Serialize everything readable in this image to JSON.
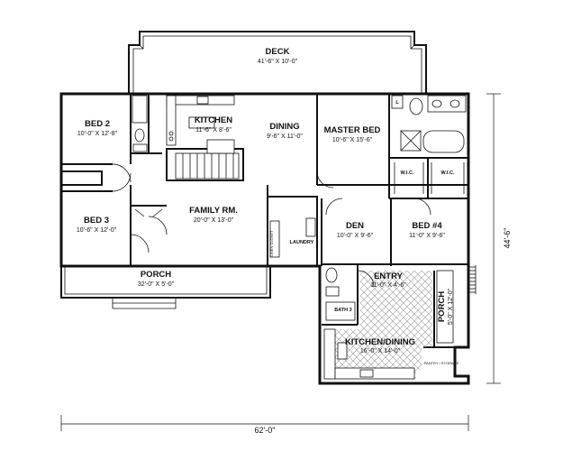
{
  "rooms": {
    "deck": {
      "name": "DECK",
      "dim": "41'-6\" X 10'-0\""
    },
    "bed2": {
      "name": "BED 2",
      "dim": "10'-0\" X 12'-8\""
    },
    "kitchen": {
      "name": "KITCHEN",
      "dim": "11'-6\" X 8'-6\""
    },
    "dining": {
      "name": "DINING",
      "dim": "9'-6\" X 11'-0\""
    },
    "master": {
      "name": "MASTER BED",
      "dim": "10'-6\" X 15'-6\""
    },
    "bed3": {
      "name": "BED 3",
      "dim": "10'-6\" X 12'-0\""
    },
    "family": {
      "name": "FAMILY RM.",
      "dim": "20'-0\" X 13'-0\""
    },
    "den": {
      "name": "DEN",
      "dim": "10'-0\" X 9'-6\""
    },
    "bed4": {
      "name": "BED #4",
      "dim": "11'-0\" X 9'-6\""
    },
    "porch": {
      "name": "PORCH",
      "dim": "32'-0\" X 5'-0\""
    },
    "entry": {
      "name": "ENTRY",
      "dim": "11'-0\" X 4'-6\""
    },
    "kitchen_dining": {
      "name": "KITCHEN/DINING",
      "dim": "16'-0\" X 14'-0\""
    },
    "side_porch": {
      "name": "PORCH",
      "dim": "5'-0\" X 12'-0\""
    }
  },
  "fixtures": {
    "laundry": "LAUNDRY",
    "wic_left": "W.I.C.",
    "wic_right": "W.I.C.",
    "linen": "L",
    "bath3": "BATH 3",
    "linen_closet": "LINEN CLOSET",
    "pantry": "PANTRY / STORAGE"
  },
  "dimensions": {
    "width": "62'-0\"",
    "depth": "44'-6\""
  }
}
